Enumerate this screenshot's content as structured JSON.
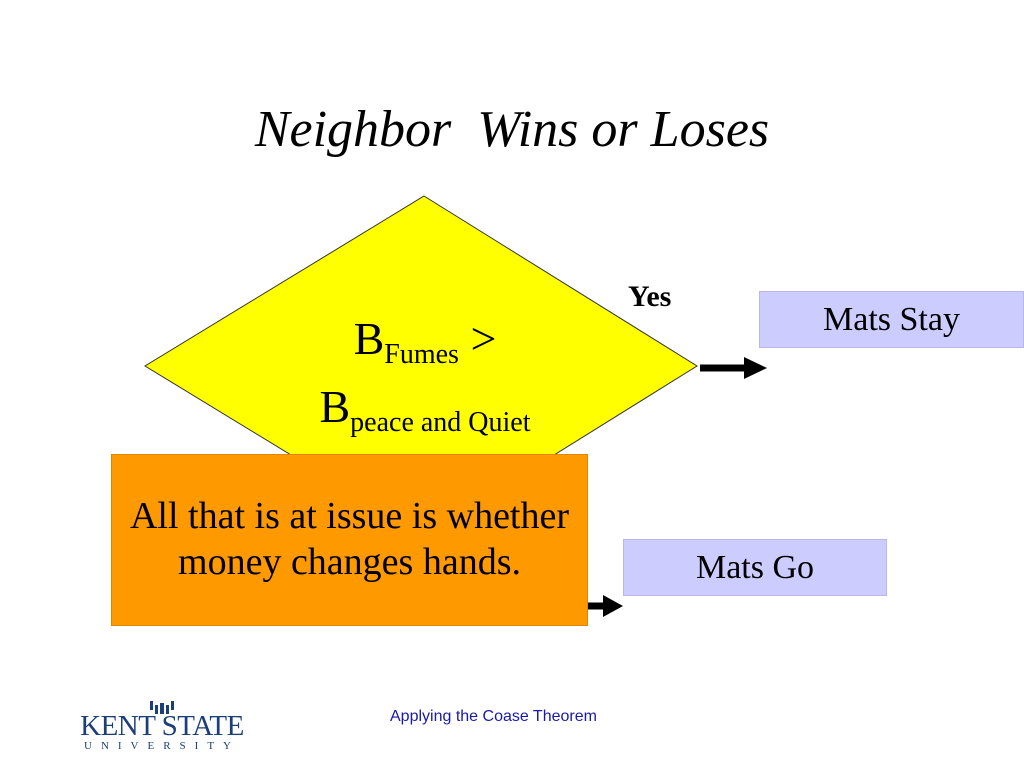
{
  "slide": {
    "title": "Neighbor  Wins or Loses",
    "footer": "Applying the Coase Theorem"
  },
  "diagram": {
    "decision": {
      "line1_main": "B",
      "line1_sub": "Fumes",
      "line1_op": " >",
      "line2_main": "B",
      "line2_sub": "peace and Quiet",
      "fill": "#ffff00"
    },
    "yes_label": "Yes",
    "outcomes": {
      "stay": "Mats Stay",
      "go": "Mats Go",
      "fill": "#ccccff"
    },
    "note": {
      "text": "All that is at issue is whether money changes hands.",
      "fill": "#ff9900"
    }
  },
  "logo": {
    "name": "KENT STATE",
    "subtitle": "UNIVERSITY",
    "color": "#1c3f7a"
  }
}
